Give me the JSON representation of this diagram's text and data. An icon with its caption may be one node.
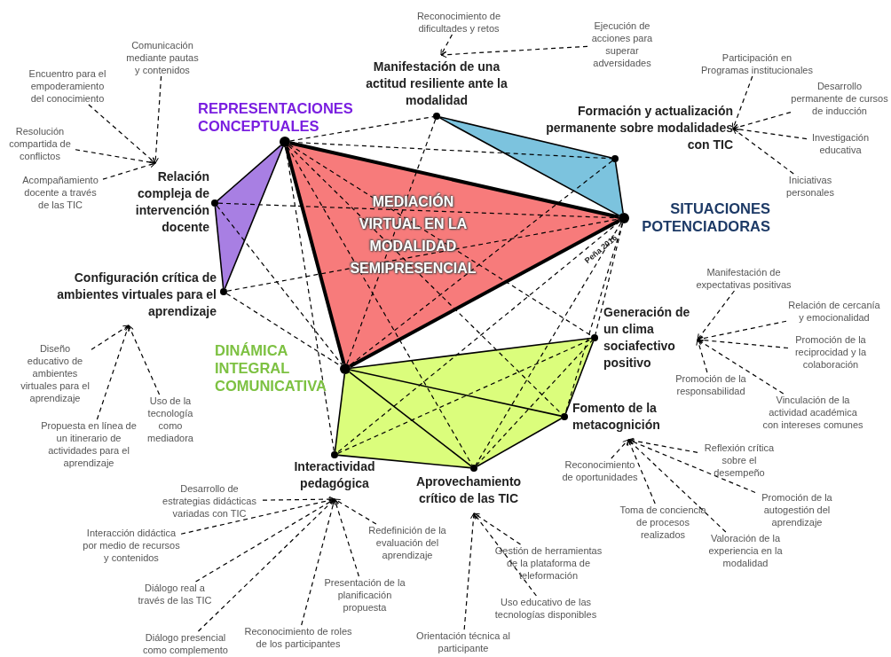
{
  "diagram": {
    "nodes": [
      {
        "text": [],
        "shape": "circle",
        "beside": [
          "REPRESENTACIONES CONCEPTUALES"
        ]
      },
      {
        "text": [],
        "shape": "circle",
        "beside": [
          "SITUACIONES POTENCIADORAS"
        ]
      },
      {
        "text": [],
        "shape": "circle",
        "beside": [
          "DINÁMICA INTEGRAL COMUNICATIVA"
        ]
      },
      {
        "text": [],
        "shape": "circle"
      },
      {
        "text": [],
        "shape": "circle"
      },
      {
        "text": [],
        "shape": "circle"
      },
      {
        "text": [],
        "shape": "circle"
      },
      {
        "text": [],
        "shape": "circle"
      },
      {
        "text": [],
        "shape": "circle"
      },
      {
        "text": [],
        "shape": "circle"
      },
      {
        "text": [],
        "shape": "circle"
      },
      {
        "text": [
          "Relación compleja de intervención docente"
        ]
      },
      {
        "text": [
          "Configuración crítica de ambientes virtuales para el aprendizaje"
        ]
      },
      {
        "text": [
          "Manifestación de una actitud resiliente ante la modalidad"
        ]
      },
      {
        "text": [
          "Formación y actualización permanente sobre modalidades con TIC"
        ]
      },
      {
        "text": [
          "Generación de un clima sociafectivo positivo"
        ]
      },
      {
        "text": [
          "Fomento de la metacognición"
        ]
      },
      {
        "text": [
          "Aprovechamiento crítico de las TIC"
        ]
      },
      {
        "text": [
          "Interactividad pedagógica"
        ]
      },
      {
        "text": [
          "Comunicación mediante pautas y contenidos"
        ]
      },
      {
        "text": [
          "Encuentro para el empoderamiento del conocimiento"
        ]
      },
      {
        "text": [
          "Resolución compartida de conflictos"
        ]
      },
      {
        "text": [
          "Acompañamiento docente a través de las TIC"
        ]
      },
      {
        "text": [
          "Diseño educativo de ambientes virtuales para el aprendizaje"
        ]
      },
      {
        "text": [
          "Propuesta en línea de un itinerario de actividades para el aprendizaje"
        ]
      },
      {
        "text": [
          "Uso de la tecnología como mediadora"
        ]
      },
      {
        "text": [
          "Reconocimiento de dificultades y retos"
        ]
      },
      {
        "text": [
          "Ejecución de acciones para superar adversidades"
        ]
      },
      {
        "text": [
          "Participación en Programas institucionales"
        ]
      },
      {
        "text": [
          "Desarrollo permanente de cursos de inducción"
        ]
      },
      {
        "text": [
          "Investigación educativa"
        ]
      },
      {
        "text": [
          "Iniciativas personales"
        ]
      },
      {
        "text": [
          "Manifestación de expectativas positivas"
        ]
      },
      {
        "text": [
          "Relación de cercanía y emocionalidad"
        ]
      },
      {
        "text": [
          "Promoción de la reciprocidad y la colaboración"
        ]
      },
      {
        "text": [
          "Promoción de la responsabilidad"
        ]
      },
      {
        "text": [
          "Vinculación de la actividad académica con intereses comunes"
        ]
      },
      {
        "text": [
          "Reconocimiento de oportunidades"
        ]
      },
      {
        "text": [
          "Reflexión crítica sobre el desempeño"
        ]
      },
      {
        "text": [
          "Toma de conciencia de procesos realizados"
        ]
      },
      {
        "text": [
          "Promoción de la autogestión del aprendizaje"
        ]
      },
      {
        "text": [
          "Valoración de la experiencia en la modalidad"
        ]
      },
      {
        "text": [
          "Gestión de herramientas de la plataforma de teleformación"
        ]
      },
      {
        "text": [
          "Uso educativo de las tecnologías disponibles"
        ]
      },
      {
        "text": [
          "Orientación técnica al participante"
        ]
      },
      {
        "text": [
          "Desarrollo de estrategias didácticas variadas con TIC"
        ]
      },
      {
        "text": [
          "Interacción didáctica por medio de recursos y contenidos"
        ]
      },
      {
        "text": [
          "Diálogo real a través de las TIC"
        ]
      },
      {
        "text": [
          "Diálogo presencial como complemento"
        ]
      },
      {
        "text": [
          "Reconocimiento de roles de los participantes"
        ]
      },
      {
        "text": [
          "Presentación de la planificación propuesta"
        ]
      },
      {
        "text": [
          "Redefinición de la evaluación del aprendizaje"
        ]
      }
    ],
    "edges": [
      {
        "from": 0,
        "to": 1,
        "arrow": "none",
        "style": "thick"
      },
      {
        "from": 1,
        "to": 2,
        "arrow": "none",
        "style": "thick"
      },
      {
        "from": 2,
        "to": 0,
        "arrow": "none",
        "style": "thick"
      },
      {
        "from": 0,
        "to": 3,
        "arrow": "none"
      },
      {
        "from": 3,
        "to": 4,
        "arrow": "none"
      },
      {
        "from": 4,
        "to": 0,
        "arrow": "none"
      },
      {
        "from": 5,
        "to": 6,
        "arrow": "none"
      },
      {
        "from": 6,
        "to": 1,
        "arrow": "none"
      },
      {
        "from": 1,
        "to": 5,
        "arrow": "none"
      },
      {
        "from": 2,
        "to": 7,
        "arrow": "none"
      },
      {
        "from": 7,
        "to": 8,
        "arrow": "none"
      },
      {
        "from": 8,
        "to": 9,
        "arrow": "none"
      },
      {
        "from": 9,
        "to": 10,
        "arrow": "none"
      },
      {
        "from": 10,
        "to": 2,
        "arrow": "none"
      },
      {
        "from": 2,
        "to": 8,
        "arrow": "none"
      },
      {
        "from": 2,
        "to": 9,
        "arrow": "none"
      },
      {
        "from": 0,
        "to": 5,
        "arrow": "none",
        "style": "dashed"
      },
      {
        "from": 0,
        "to": 6,
        "arrow": "none",
        "style": "dashed"
      },
      {
        "from": 0,
        "to": 10,
        "arrow": "none",
        "style": "dashed"
      },
      {
        "from": 0,
        "to": 7,
        "arrow": "none",
        "style": "dashed"
      },
      {
        "from": 0,
        "to": 8,
        "arrow": "none",
        "style": "dashed"
      },
      {
        "from": 0,
        "to": 9,
        "arrow": "none",
        "style": "dashed"
      },
      {
        "from": 3,
        "to": 1,
        "arrow": "none",
        "style": "dashed"
      },
      {
        "from": 3,
        "to": 2,
        "arrow": "none",
        "style": "dashed"
      },
      {
        "from": 4,
        "to": 1,
        "arrow": "none",
        "style": "dashed"
      },
      {
        "from": 4,
        "to": 2,
        "arrow": "none",
        "style": "dashed"
      },
      {
        "from": 5,
        "to": 2,
        "arrow": "none",
        "style": "dashed"
      },
      {
        "from": 6,
        "to": 2,
        "arrow": "none",
        "style": "dashed"
      },
      {
        "from": 1,
        "to": 10,
        "arrow": "none",
        "style": "dashed"
      },
      {
        "from": 1,
        "to": 9,
        "arrow": "none",
        "style": "dashed"
      },
      {
        "from": 1,
        "to": 8,
        "arrow": "none",
        "style": "dashed"
      },
      {
        "from": 1,
        "to": 7,
        "arrow": "none",
        "style": "dashed"
      },
      {
        "from": 10,
        "to": 7,
        "arrow": "none",
        "style": "dashed"
      },
      {
        "from": 9,
        "to": 7,
        "arrow": "none",
        "style": "dashed"
      },
      {
        "from": 19,
        "to": 11,
        "arrow": "to",
        "style": "dashed"
      },
      {
        "from": 20,
        "to": 11,
        "arrow": "to",
        "style": "dashed"
      },
      {
        "from": 21,
        "to": 11,
        "arrow": "to",
        "style": "dashed"
      },
      {
        "from": 22,
        "to": 11,
        "arrow": "to",
        "style": "dashed"
      },
      {
        "from": 23,
        "to": 12,
        "arrow": "to",
        "style": "dashed"
      },
      {
        "from": 24,
        "to": 12,
        "arrow": "to",
        "style": "dashed"
      },
      {
        "from": 25,
        "to": 12,
        "arrow": "to",
        "style": "dashed"
      },
      {
        "from": 26,
        "to": 13,
        "arrow": "to",
        "style": "dashed"
      },
      {
        "from": 27,
        "to": 13,
        "arrow": "to",
        "style": "dashed"
      },
      {
        "from": 28,
        "to": 14,
        "arrow": "to",
        "style": "dashed"
      },
      {
        "from": 29,
        "to": 14,
        "arrow": "to",
        "style": "dashed"
      },
      {
        "from": 30,
        "to": 14,
        "arrow": "to",
        "style": "dashed"
      },
      {
        "from": 31,
        "to": 14,
        "arrow": "to",
        "style": "dashed"
      },
      {
        "from": 32,
        "to": 15,
        "arrow": "to",
        "style": "dashed"
      },
      {
        "from": 33,
        "to": 15,
        "arrow": "to",
        "style": "dashed"
      },
      {
        "from": 34,
        "to": 15,
        "arrow": "to",
        "style": "dashed"
      },
      {
        "from": 35,
        "to": 15,
        "arrow": "to",
        "style": "dashed"
      },
      {
        "from": 36,
        "to": 15,
        "arrow": "to",
        "style": "dashed"
      },
      {
        "from": 37,
        "to": 16,
        "arrow": "to",
        "style": "dashed"
      },
      {
        "from": 38,
        "to": 16,
        "arrow": "to",
        "style": "dashed"
      },
      {
        "from": 39,
        "to": 16,
        "arrow": "to",
        "style": "dashed"
      },
      {
        "from": 40,
        "to": 16,
        "arrow": "to",
        "style": "dashed"
      },
      {
        "from": 41,
        "to": 16,
        "arrow": "to",
        "style": "dashed"
      },
      {
        "from": 42,
        "to": 17,
        "arrow": "to",
        "style": "dashed"
      },
      {
        "from": 43,
        "to": 17,
        "arrow": "to",
        "style": "dashed"
      },
      {
        "from": 44,
        "to": 17,
        "arrow": "to",
        "style": "dashed"
      },
      {
        "from": 45,
        "to": 18,
        "arrow": "to",
        "style": "dashed"
      },
      {
        "from": 46,
        "to": 18,
        "arrow": "to",
        "style": "dashed"
      },
      {
        "from": 47,
        "to": 18,
        "arrow": "to",
        "style": "dashed"
      },
      {
        "from": 48,
        "to": 18,
        "arrow": "to",
        "style": "dashed"
      },
      {
        "from": 49,
        "to": 18,
        "arrow": "to",
        "style": "dashed"
      },
      {
        "from": 50,
        "to": 18,
        "arrow": "to",
        "style": "dashed"
      },
      {
        "from": 51,
        "to": 18,
        "arrow": "to",
        "style": "dashed"
      }
    ],
    "labels": [
      "MEDIACIÓN VIRTUAL EN LA MODALIDAD SEMIPRESENCIAL",
      "Peña 2016"
    ]
  }
}
